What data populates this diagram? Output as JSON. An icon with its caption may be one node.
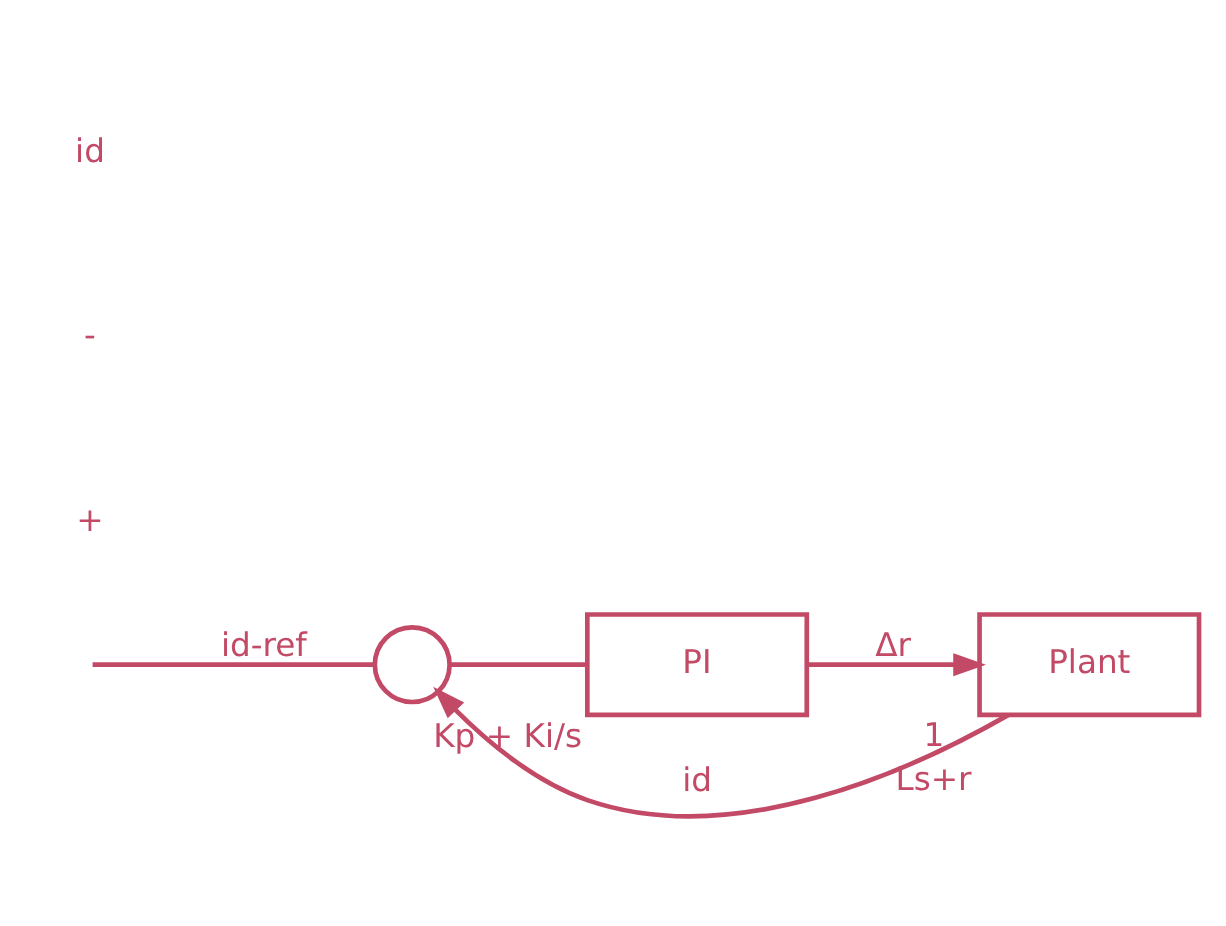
{
  "diagram": {
    "nodes": [
      {
        "text": [],
        "shape": "circle"
      },
      {
        "text": [
          "PI"
        ],
        "beside": [
          "Kp + Ki/s"
        ]
      },
      {
        "text": [
          "Plant"
        ],
        "beside": [
          "1",
          "Ls+r"
        ]
      }
    ],
    "edges": [
      {
        "from": null,
        "to": 0,
        "arrow": "none",
        "label": "id-ref"
      },
      {
        "from": 0,
        "to": 1,
        "arrow": "none"
      },
      {
        "from": 1,
        "to": 2,
        "arrow": "to",
        "label": "Δr"
      },
      {
        "from": 2,
        "to": 0,
        "arrow": "to",
        "label": "id"
      }
    ],
    "labels": [
      "+",
      "-",
      "id"
    ]
  }
}
